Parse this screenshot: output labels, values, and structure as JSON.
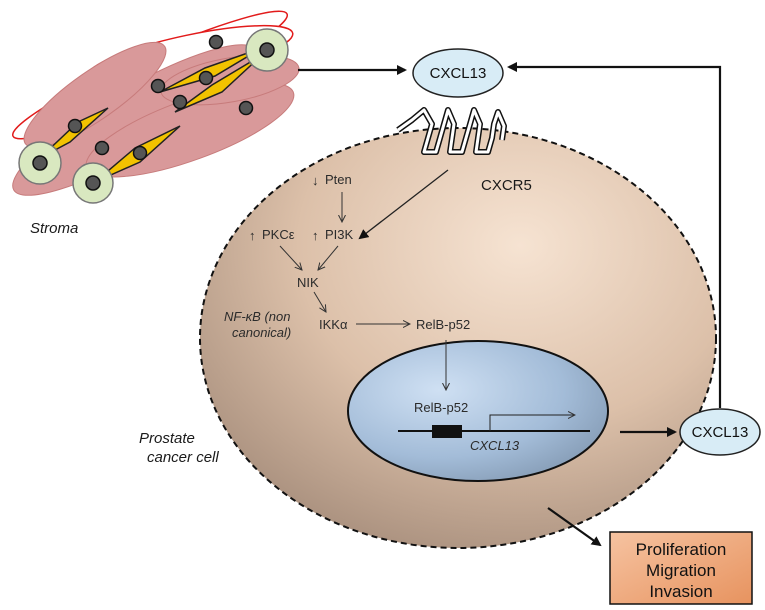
{
  "labels": {
    "stroma": "Stroma",
    "cxcl13_top": "CXCL13",
    "cxcl13_right": "CXCL13",
    "cxcr5": "CXCR5",
    "pten": "Pten",
    "pkce": "PKCε",
    "pi3k": "PI3K",
    "nik": "NIK",
    "nfkb_line1": "NF-κB (non",
    "nfkb_line2": "canonical)",
    "ikka": "IKKα",
    "relb_p52_cyto": "RelB-p52",
    "relb_p52_nuc": "RelB-p52",
    "gene": "CXCL13",
    "cell_line1": "Prostate",
    "cell_line2": "cancer cell",
    "outcome_line1": "Proliferation",
    "outcome_line2": "Migration",
    "outcome_line3": "Invasion"
  },
  "arrows": {
    "up": "↑",
    "down": "↓"
  },
  "colors": {
    "stroma_fill": "#d9999a",
    "stroma_outline": "#e21b1b",
    "fibroblast": "#f2c200",
    "nucleus_ring": "#d9e8c0",
    "cell_body": "#e8d0bd",
    "nucleus_fill": "#a9c2de",
    "cxcl13_fill": "#d8ecf6",
    "outcome_box": "#f0a97a"
  }
}
